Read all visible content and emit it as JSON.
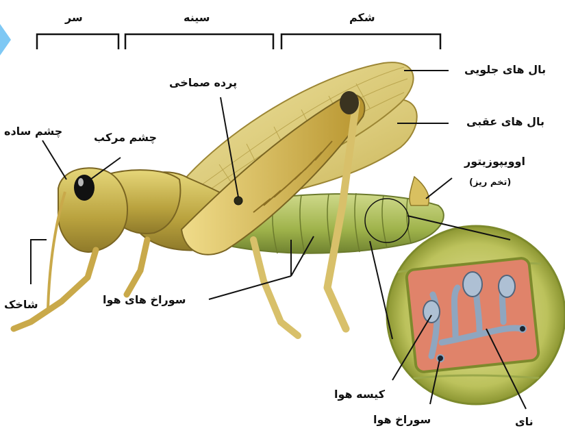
{
  "regions": {
    "head": "سر",
    "thorax": "سینه",
    "abdomen": "شکم"
  },
  "labels": {
    "forewing": "بال های جلویی",
    "hindwing": "بال های عقبی",
    "tympanum": "پرده صماخی",
    "simple_eye": "چشم ساده",
    "compound_eye": "چشم مرکب",
    "ovipositor": "اوویپوزیتور",
    "ovipositor_sub": "(تخم ریز)",
    "antenna": "شاخک",
    "spiracles": "سوراخ های هوا",
    "air_sac": "کیسه هوا",
    "spiracle": "سوراخ هوا",
    "trachea": "نای"
  },
  "colors": {
    "accent": "#7ec8f4",
    "body": "#c9b24a",
    "wing": "#d9c870",
    "inset_tissue": "#e0836a",
    "trachea": "#8fa6bf"
  }
}
